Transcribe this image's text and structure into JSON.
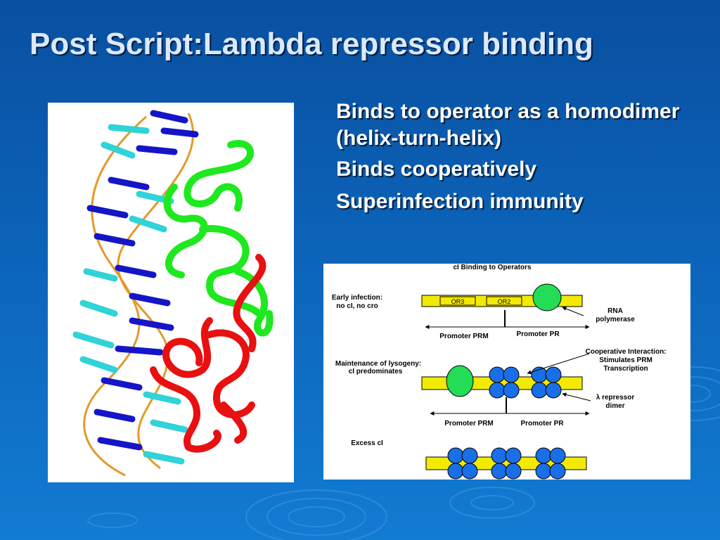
{
  "slide": {
    "title": "Post Script:Lambda repressor binding",
    "bullets": [
      "Binds to operator as a homodimer (helix-turn-helix)",
      "Binds cooperatively",
      "Superinfection immunity"
    ],
    "colors": {
      "background": "#0b63b8",
      "title": "#dbe9ff",
      "dna_dark": "#1515c8",
      "dna_light": "#2fd3d8",
      "protein_green": "#1ee81e",
      "protein_red": "#e81010",
      "operator_yellow": "#f2ea00",
      "repressor_blue": "#1a6fe8",
      "polymerase_green": "#22dd55"
    }
  },
  "diagram": {
    "title": "cI  Binding to Operators",
    "early_label_1": "Early infection:",
    "early_label_2": "no cI, no cro",
    "maintenance_label_1": "Maintenance of lysogeny:",
    "maintenance_label_2": "cI  predominates",
    "excess_label": "Excess cI",
    "or3": "OR3",
    "or2": "OR2",
    "rna_label_1": "RNA",
    "rna_label_2": "polymerase",
    "promoter_rm": "Promoter PRM",
    "promoter_r": "Promoter PR",
    "coop_1": "Cooperative Interaction:",
    "coop_2": "Stimulates PRM",
    "coop_3": "Transcription",
    "repressor_1": "λ repressor",
    "repressor_2": "dimer"
  }
}
